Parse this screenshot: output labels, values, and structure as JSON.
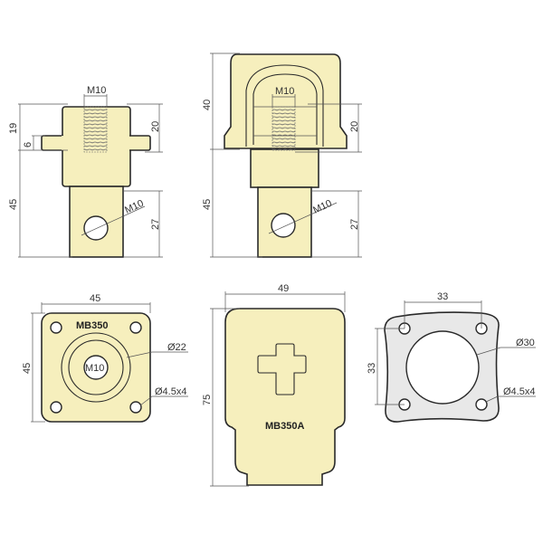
{
  "colors": {
    "part_fill": "#f6efbd",
    "gasket_fill": "#e8e8e8",
    "outline": "#2a2a2a",
    "dimension_line": "#555555"
  },
  "side_view_mb350": {
    "thread_label": "M10",
    "dim_top_height": "19",
    "dim_flange": "6",
    "dim_thread_depth": "20",
    "dim_body_height": "45",
    "dim_stud_length": "27",
    "stud_thread_label": "M10"
  },
  "side_view_mb350a": {
    "thread_label": "M10",
    "dim_cap_height": "40",
    "dim_thread_depth": "20",
    "dim_body_height": "45",
    "dim_stud_length": "27",
    "stud_thread_label": "M10"
  },
  "top_view_mb350": {
    "model": "MB350",
    "dim_width": "45",
    "dim_height": "45",
    "center_label": "M10",
    "boss_diameter": "Ø22",
    "mount_holes": "Ø4.5x4"
  },
  "top_view_mb350a": {
    "model": "MB350A",
    "dim_width": "49",
    "dim_height": "75"
  },
  "gasket_view": {
    "dim_hole_spacing_x": "33",
    "dim_hole_spacing_y": "33",
    "bore_diameter": "Ø30",
    "mount_holes": "Ø4.5x4"
  }
}
